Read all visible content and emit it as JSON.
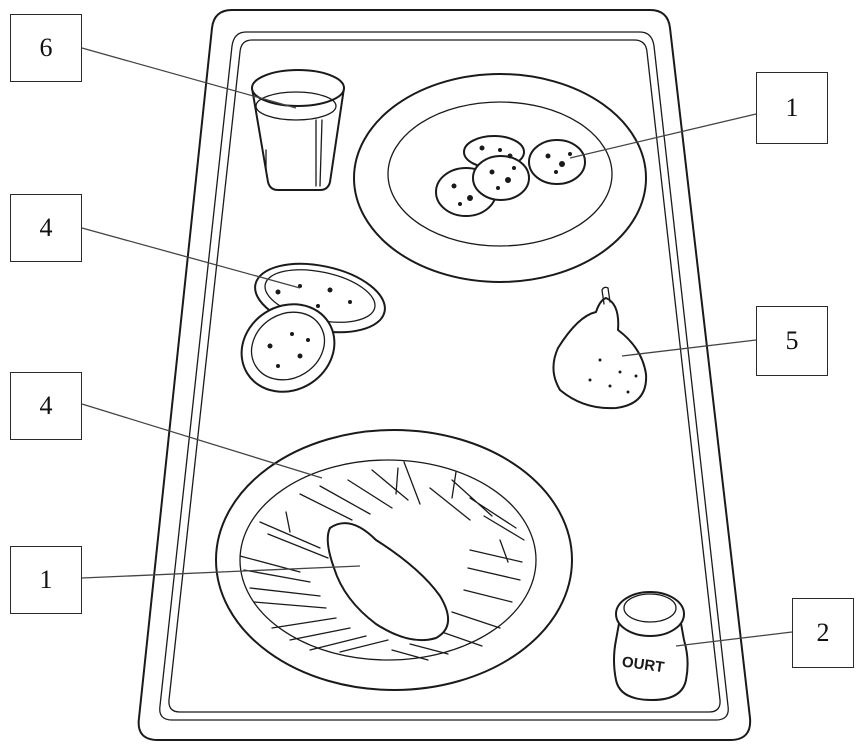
{
  "labels": {
    "glass": "6",
    "cookies": "1",
    "crackers": "4",
    "pear": "5",
    "fries": "4",
    "chicken": "1",
    "yogurt": "2"
  },
  "yogurt_jar_text": "OURT"
}
